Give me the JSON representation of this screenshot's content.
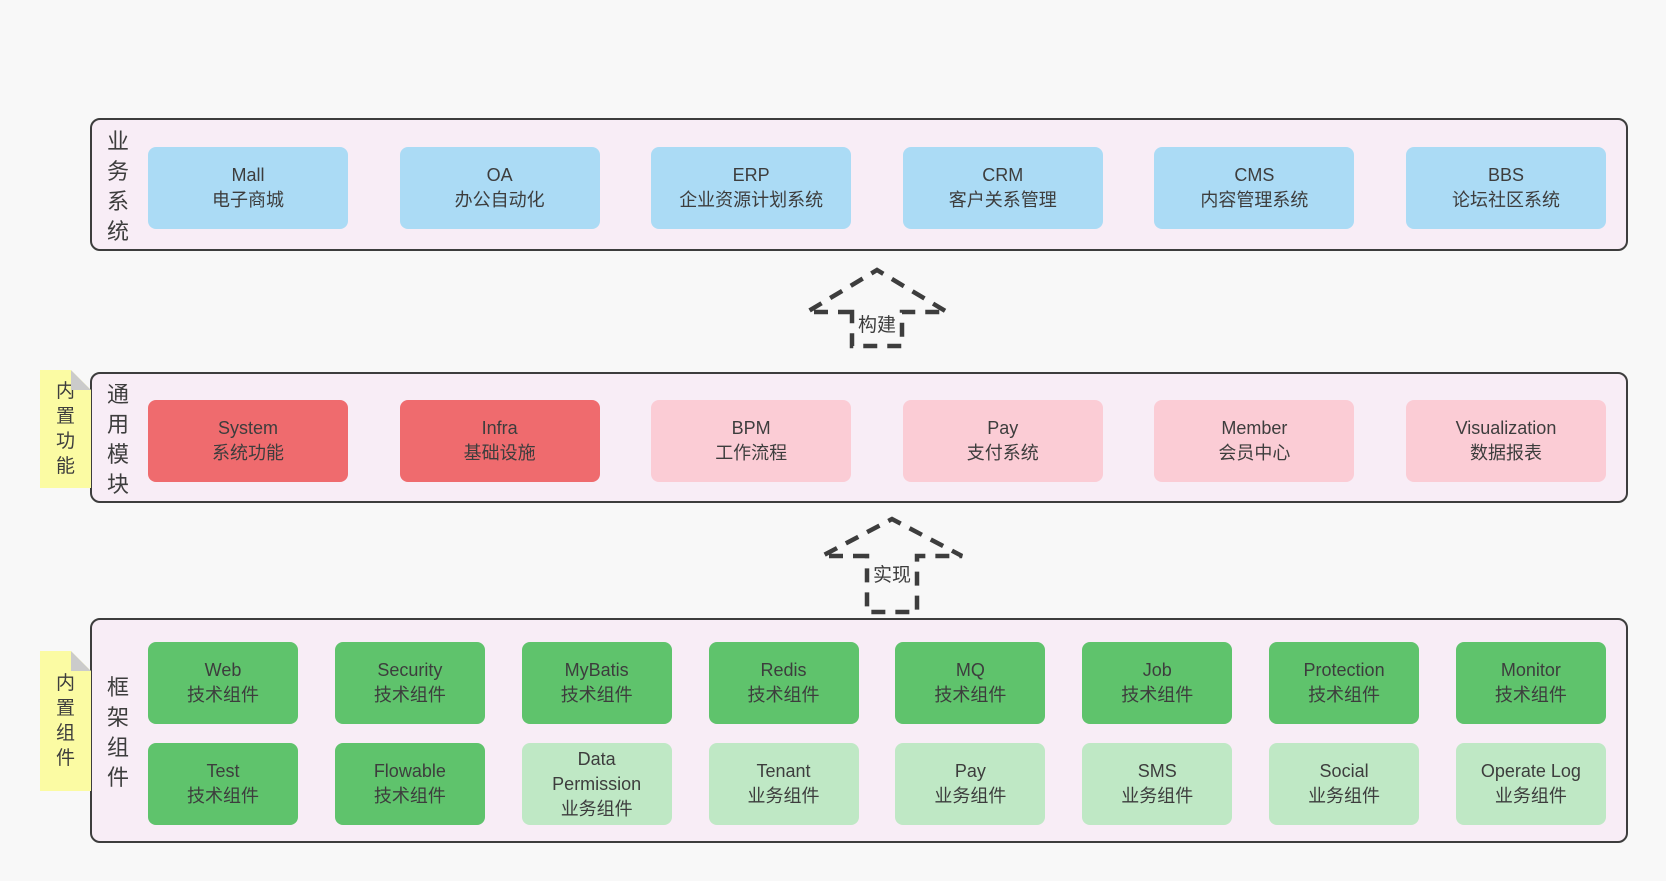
{
  "colors": {
    "layer-bg": "#f8edf6",
    "line": "#3d3d3d",
    "text": "#3d3d3d",
    "box-blue": "#abdbf5",
    "box-red": "#ef6b6e",
    "box-pink": "#fbccd5",
    "box-green": "#5fc36c",
    "box-green-light": "#bfe8c5",
    "note-yellow": "#fbfba3",
    "note-fold": "#cbcbcb"
  },
  "arrows": [
    {
      "label": "构建"
    },
    {
      "label": "实现"
    }
  ],
  "layers": [
    {
      "label": "业务系统",
      "note": null,
      "columns": 6,
      "rows": [
        [
          {
            "lines": [
              "Mall",
              "电子商城"
            ],
            "color": "blue"
          },
          {
            "lines": [
              "OA",
              "办公自动化"
            ],
            "color": "blue"
          },
          {
            "lines": [
              "ERP",
              "企业资源计划系统"
            ],
            "color": "blue"
          },
          {
            "lines": [
              "CRM",
              "客户关系管理"
            ],
            "color": "blue"
          },
          {
            "lines": [
              "CMS",
              "内容管理系统"
            ],
            "color": "blue"
          },
          {
            "lines": [
              "BBS",
              "论坛社区系统"
            ],
            "color": "blue"
          }
        ]
      ]
    },
    {
      "label": "通用模块",
      "note": "内置功能",
      "columns": 6,
      "rows": [
        [
          {
            "lines": [
              "System",
              "系统功能"
            ],
            "color": "red"
          },
          {
            "lines": [
              "Infra",
              "基础设施"
            ],
            "color": "red"
          },
          {
            "lines": [
              "BPM",
              "工作流程"
            ],
            "color": "pink"
          },
          {
            "lines": [
              "Pay",
              "支付系统"
            ],
            "color": "pink"
          },
          {
            "lines": [
              "Member",
              "会员中心"
            ],
            "color": "pink"
          },
          {
            "lines": [
              "Visualization",
              "数据报表"
            ],
            "color": "pink"
          }
        ]
      ]
    },
    {
      "label": "框架组件",
      "note": "内置组件",
      "columns": 8,
      "rows": [
        [
          {
            "lines": [
              "Web",
              "技术组件"
            ],
            "color": "green"
          },
          {
            "lines": [
              "Security",
              "技术组件"
            ],
            "color": "green"
          },
          {
            "lines": [
              "MyBatis",
              "技术组件"
            ],
            "color": "green"
          },
          {
            "lines": [
              "Redis",
              "技术组件"
            ],
            "color": "green"
          },
          {
            "lines": [
              "MQ",
              "技术组件"
            ],
            "color": "green"
          },
          {
            "lines": [
              "Job",
              "技术组件"
            ],
            "color": "green"
          },
          {
            "lines": [
              "Protection",
              "技术组件"
            ],
            "color": "green"
          },
          {
            "lines": [
              "Monitor",
              "技术组件"
            ],
            "color": "green"
          }
        ],
        [
          {
            "lines": [
              "Test",
              "技术组件"
            ],
            "color": "green"
          },
          {
            "lines": [
              "Flowable",
              "技术组件"
            ],
            "color": "green"
          },
          {
            "lines": [
              "Data",
              "Permission",
              "业务组件"
            ],
            "color": "green-light"
          },
          {
            "lines": [
              "Tenant",
              "业务组件"
            ],
            "color": "green-light"
          },
          {
            "lines": [
              "Pay",
              "业务组件"
            ],
            "color": "green-light"
          },
          {
            "lines": [
              "SMS",
              "业务组件"
            ],
            "color": "green-light"
          },
          {
            "lines": [
              "Social",
              "业务组件"
            ],
            "color": "green-light"
          },
          {
            "lines": [
              "Operate Log",
              "业务组件"
            ],
            "color": "green-light"
          }
        ]
      ]
    }
  ]
}
